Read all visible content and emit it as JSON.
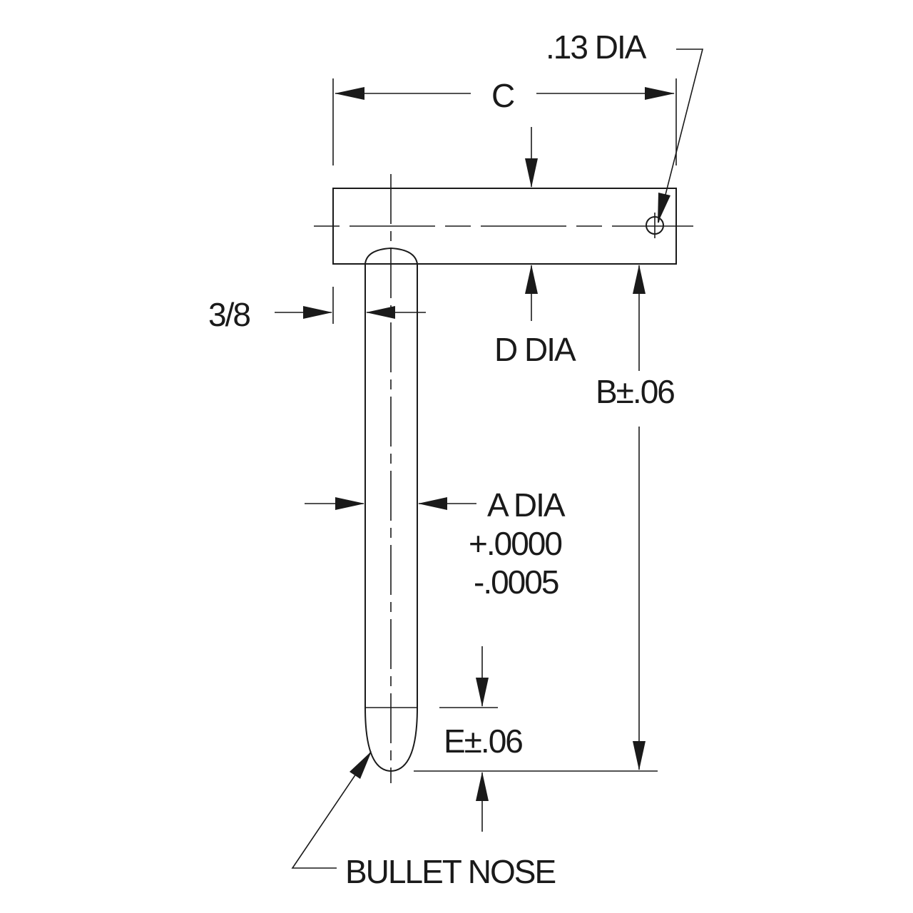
{
  "labels": {
    "hole_dia": ".13 DIA",
    "dim_c": "C",
    "dim_d": "D DIA",
    "dim_b": "B±.06",
    "dim_3_8": "3/8",
    "dim_a": "A DIA",
    "tol_plus": "+.0000",
    "tol_minus": "-.0005",
    "dim_e": "E±.06",
    "bullet_nose": "BULLET NOSE"
  }
}
